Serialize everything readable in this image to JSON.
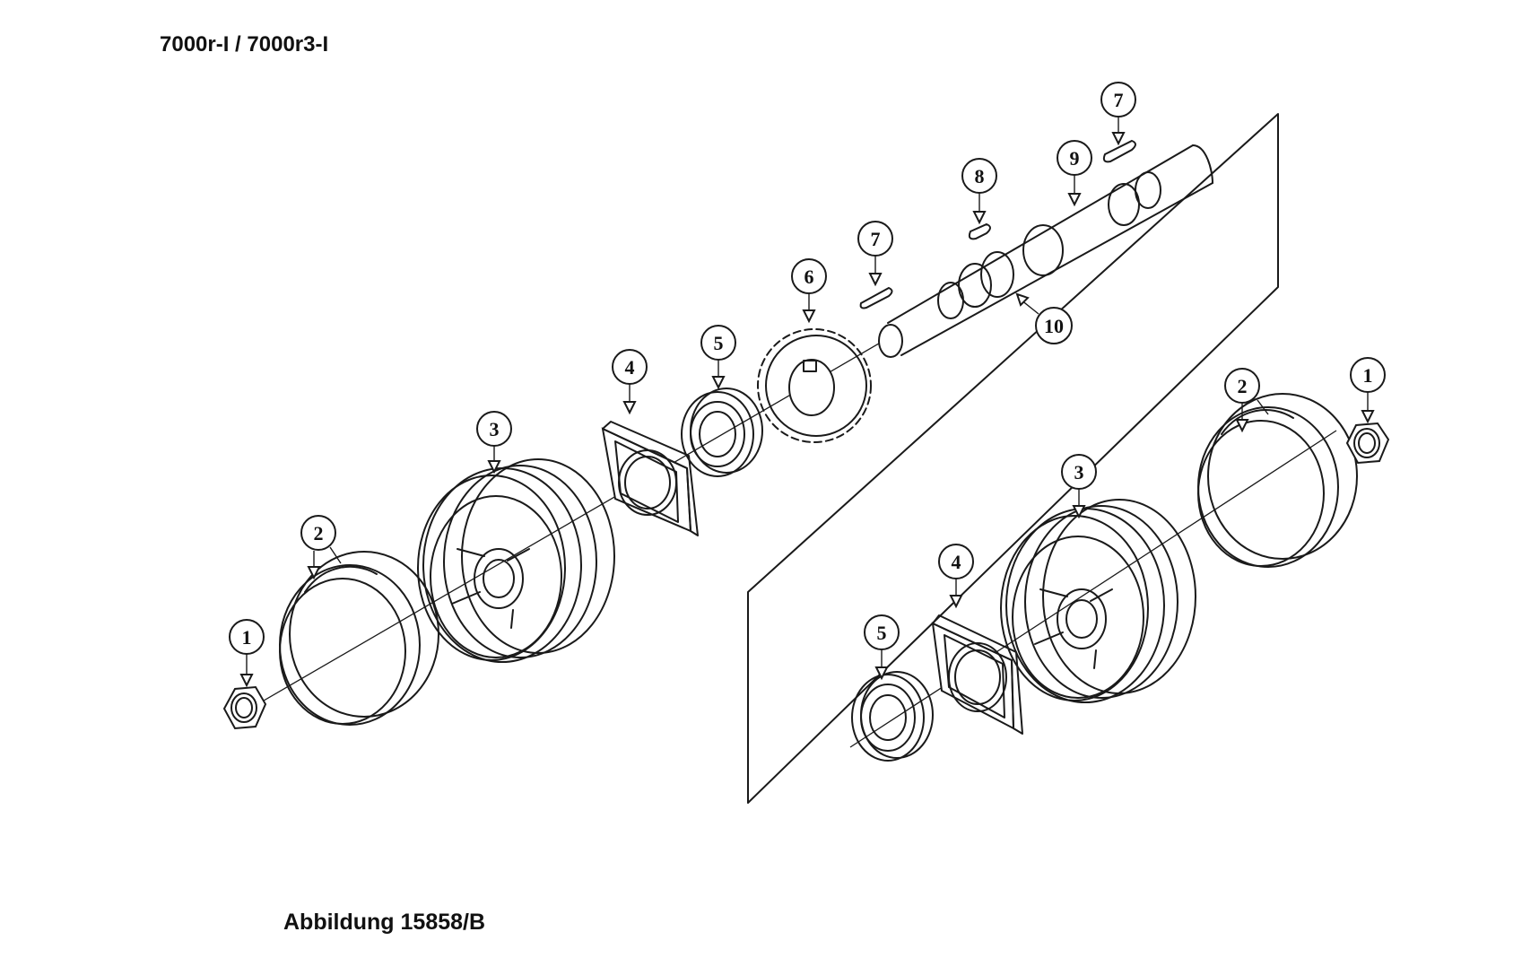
{
  "title": "7000r-I / 7000r3-I",
  "caption": "Abbildung 15858/B",
  "callouts": [
    "1",
    "2",
    "3",
    "4",
    "5",
    "6",
    "7",
    "8",
    "9",
    "10",
    "7",
    "1",
    "2",
    "3",
    "4",
    "5"
  ]
}
